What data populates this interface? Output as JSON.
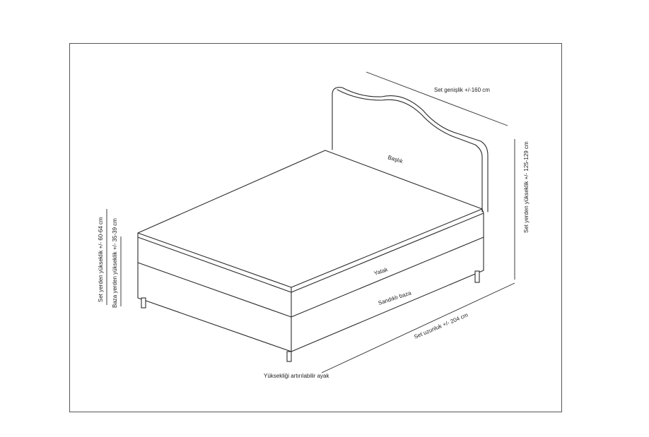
{
  "labels": {
    "headboard": "Başlık",
    "mattress": "Yatak",
    "base": "Sandıklı baza",
    "width": "Set genişlik +/-160 cm",
    "length": "Set uzunluk +/- 204 cm",
    "height_total_right": "Set yerden yükseklik +/- 125-129 cm",
    "height_total_left": "Set yerden yükseklik +/- 60-64 cm",
    "height_base": "Baza yerden yükseklik +/- 35-39 cm",
    "legs": "Yüksekliği artırılabilir ayak"
  }
}
